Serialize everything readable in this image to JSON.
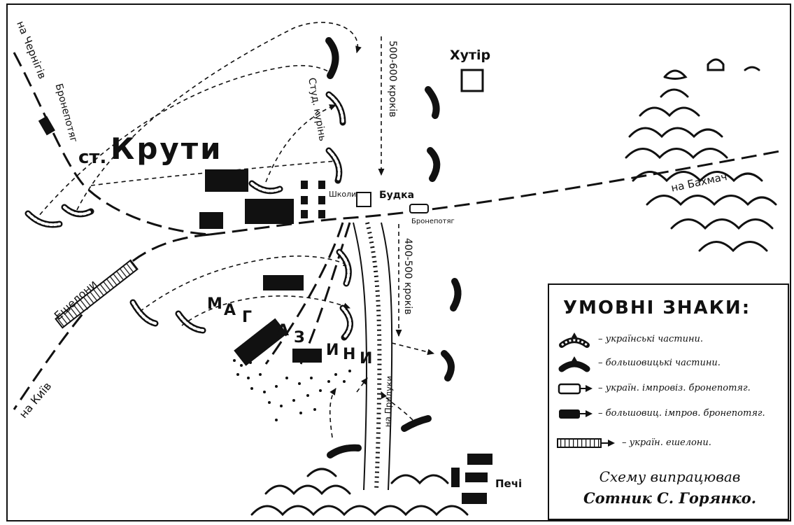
{
  "map": {
    "station_prefix": "ст.",
    "station_name": "Крути",
    "to_chernihiv": "на Чернігів",
    "to_kyiv": "на Київ",
    "to_bakhmach": "на Бахмач",
    "echelons": "Ешелони",
    "armored_train_left": "Бронепотяг",
    "armored_train_right": "Бронепотяг",
    "khutir": "Хутір",
    "budka": "Будка",
    "shkoly": "Школи",
    "stud_kurin": "Студ. курінь",
    "distance_north": "500-600 кроків",
    "distance_south": "400-500 кроків",
    "magazyny_letters": [
      "М",
      "А",
      "Г",
      "А",
      "З",
      "И",
      "Н",
      "И"
    ],
    "to_pryluky": "на Прилуки",
    "pechi": "Печі"
  },
  "legend": {
    "title": "УМОВНІ ЗНАКИ:",
    "items": [
      {
        "icon": "ukrainian-unit-icon",
        "label": "– українські частини."
      },
      {
        "icon": "bolshevik-unit-icon",
        "label": "– большовицькі частини."
      },
      {
        "icon": "ukrainian-armored-train-icon",
        "label": "– україн. імпровіз. бронепотяг."
      },
      {
        "icon": "bolshevik-armored-train-icon",
        "label": "– большовиц. імпров. бронепотяг."
      },
      {
        "icon": "ukrainian-echelon-icon",
        "label": "– україн. ешелони."
      }
    ],
    "credit_line1": "Схему випрацював",
    "credit_line2": "Сотник С. Горянко."
  }
}
